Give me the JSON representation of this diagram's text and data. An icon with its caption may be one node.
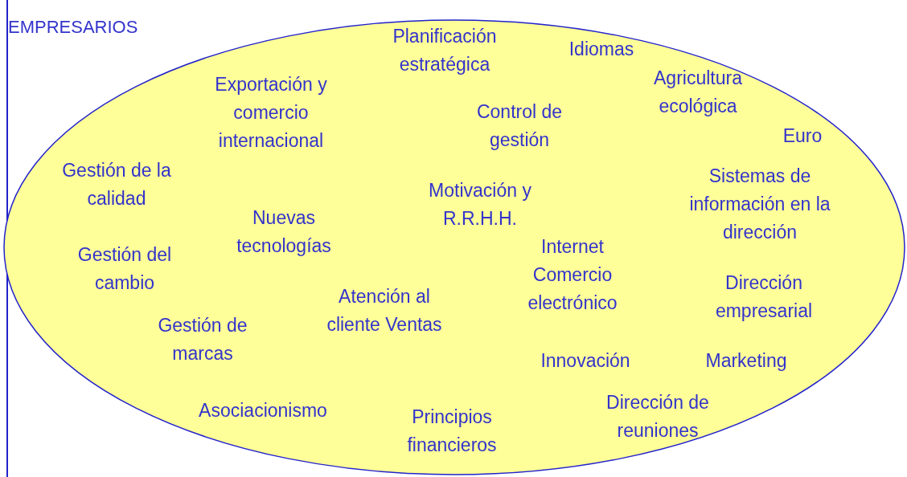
{
  "diagram": {
    "nodes": [
      {
        "text": [
          "Planificación estratégica",
          "Idiomas",
          "Agricultura ecológica",
          "Exportación y comercio internacional",
          "Control de gestión",
          "Euro",
          "Gestión de la calidad",
          "Sistemas de información en la dirección",
          "Motivación y R.R.H.H.",
          "Nuevas tecnologías",
          "Gestión del cambio",
          "Internet Comercio electrónico",
          "Dirección empresarial",
          "Atención al cliente Ventas",
          "Gestión de marcas",
          "Innovación",
          "Marketing",
          "Asociacionismo",
          "Principios financieros",
          "Dirección de reuniones"
        ]
      }
    ],
    "edges": [],
    "labels": [
      "EMPRESARIOS"
    ]
  }
}
